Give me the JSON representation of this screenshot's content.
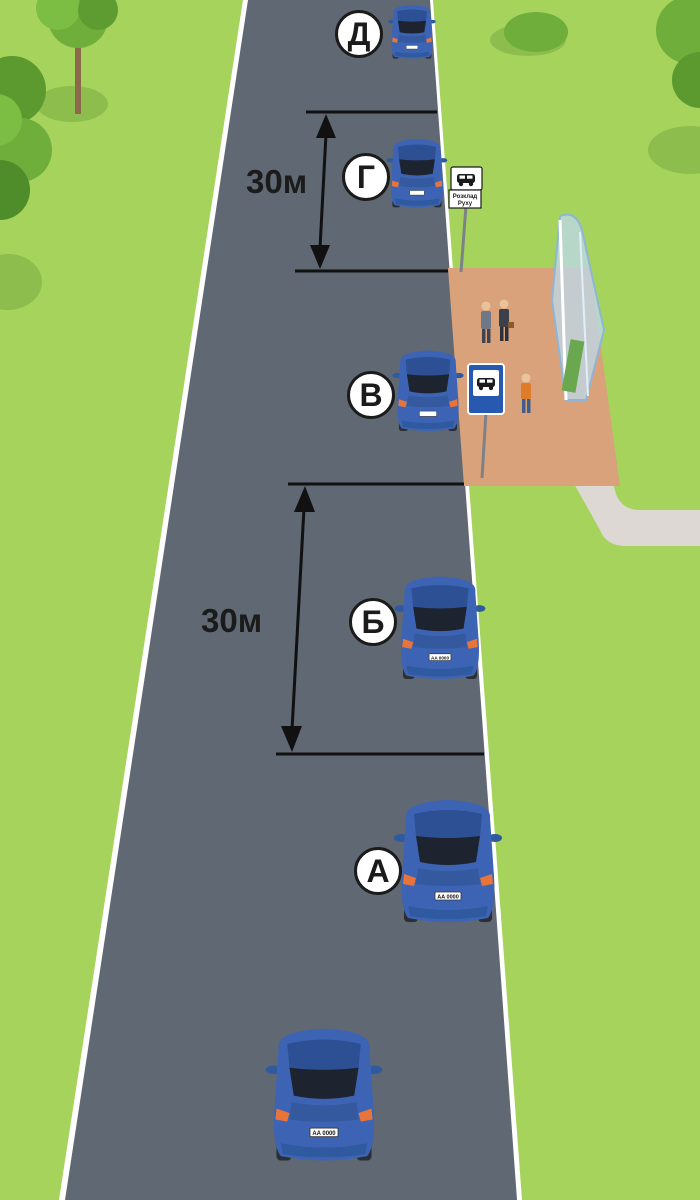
{
  "distances": {
    "upper": "30м",
    "lower": "30м"
  },
  "positions": {
    "d": "Д",
    "g": "Г",
    "v": "В",
    "b": "Б",
    "a": "А"
  },
  "timetable_sign": {
    "line1": "Розклад",
    "line2": "Руху"
  },
  "plates": {
    "main": "AA 0000",
    "a": "AA 0000",
    "b": "AA 0000"
  },
  "colors": {
    "grass": "#a6d35c",
    "road": "#5f6873",
    "car": "#3d64b4",
    "platform": "#d9a27a"
  },
  "icons": {
    "bus_stop_sign": "bus-icon",
    "timetable_sign": "bus-icon"
  }
}
